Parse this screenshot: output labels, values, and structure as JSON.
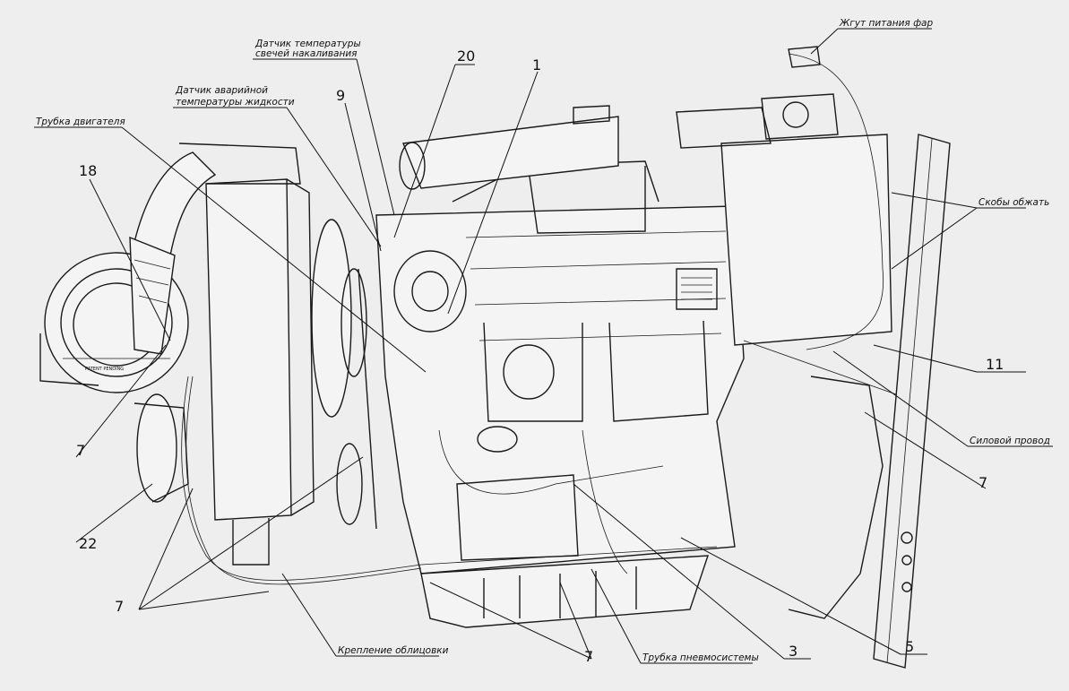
{
  "callouts": {
    "harness": "Жгут питания фар",
    "glow_sensor_1": "Датчик температуры",
    "glow_sensor_2": "свечей накаливания",
    "emergency_sensor_1": "Датчик аварийной",
    "emergency_sensor_2": "температуры жидкости",
    "engine_tube": "Трубка двигателя",
    "brackets": "Скобы обжать",
    "power_wire": "Силовой провод",
    "cladding_mount": "Крепление облицовки",
    "pneumatic_tube": "Трубка пневмосистемы"
  },
  "positions": {
    "p1": "1",
    "p3": "3",
    "p5": "5",
    "p7": "7",
    "p9": "9",
    "p11": "11",
    "p18": "18",
    "p20": "20",
    "p22": "22"
  },
  "nameplate": "PATENT PENDING"
}
